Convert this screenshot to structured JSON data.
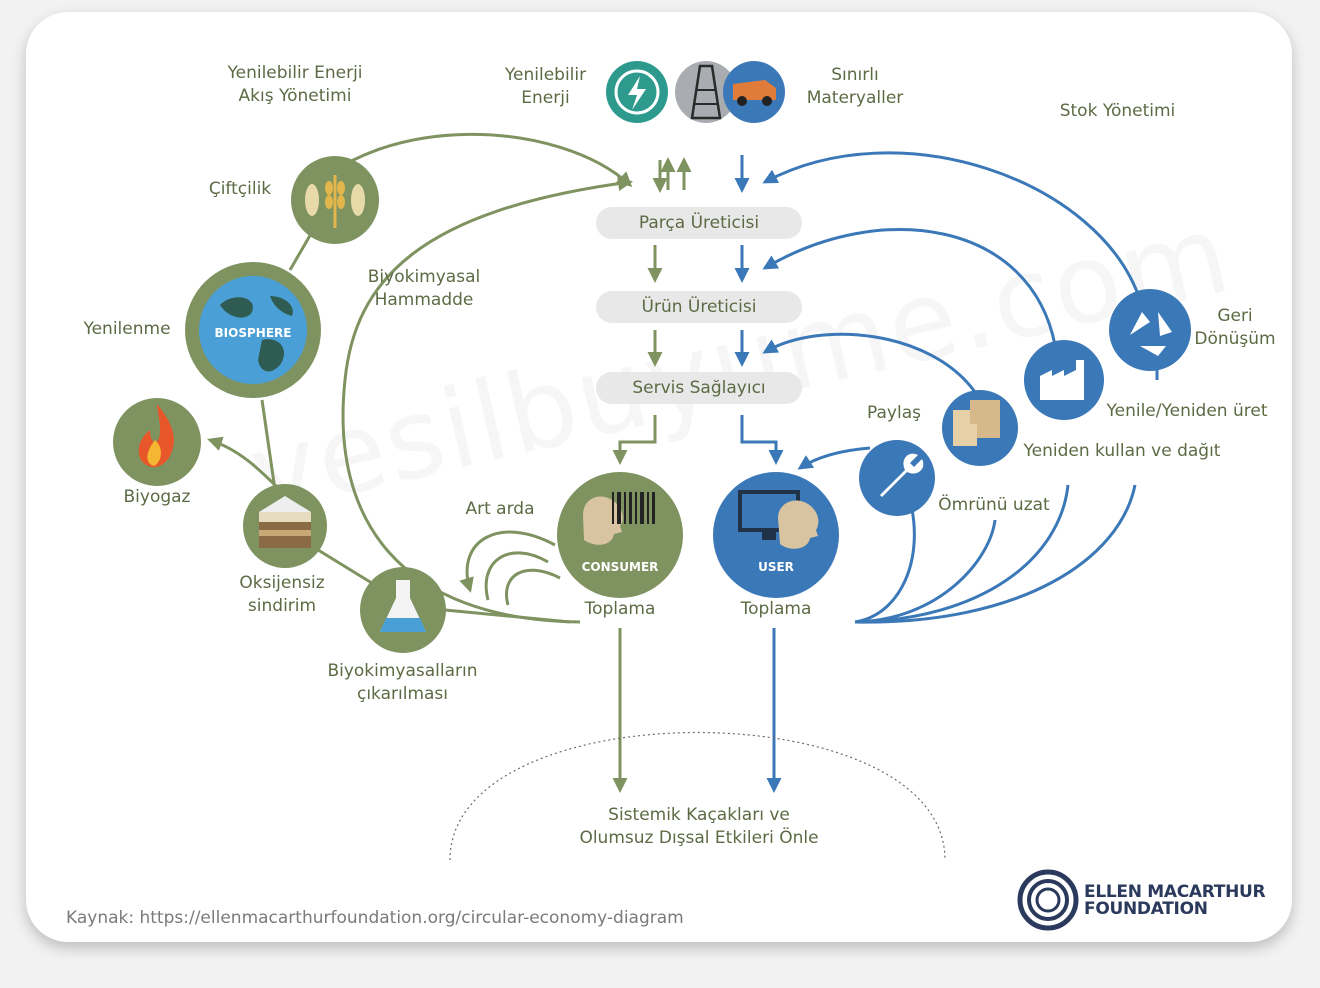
{
  "labels": {
    "renewable_flow": "Yenilebilir Enerji\nAkış Yönetimi",
    "renewable_energy": "Yenilebilir\nEnerji",
    "finite_materials": "Sınırlı\nMateryaller",
    "stock_management": "Stok Yönetimi",
    "farming": "Çiftçilik",
    "biochemical_feedstock": "Biyokimyasal\nHammadde",
    "regeneration": "Yenilenme",
    "biogas": "Biyogaz",
    "anaerobic": "Oksijensiz\nsindirim",
    "extraction": "Biyokimyasalların\nçıkarılması",
    "cascades": "Art arda",
    "collection_left": "Toplama",
    "collection_right": "Toplama",
    "share": "Paylaş",
    "recycle": "Geri\nDönüşüm",
    "refurbish": "Yenile/Yeniden üret",
    "reuse": "Yeniden kullan ve dağıt",
    "maintain": "Ömrünü uzat",
    "leakage": "Sistemik Kaçakları ve\nOlumsuz Dışsal Etkileri Önle"
  },
  "pills": {
    "parts": "Parça Üreticisi",
    "product": "Ürün Üreticisi",
    "service": "Servis Sağlayıcı"
  },
  "badges": {
    "biosphere": "BIOSPHERE",
    "consumer": "CONSUMER",
    "user": "USER"
  },
  "footer": {
    "source": "Kaynak: https://ellenmacarthurfoundation.org/circular-economy-diagram",
    "logo_line1": "ELLEN MACARTHUR",
    "logo_line2": "FOUNDATION",
    "watermark": "yesilbuyume.com"
  },
  "colors": {
    "green": "#7f9360",
    "blue": "#3b78b8",
    "pill": "#e8e8e8",
    "text_green": "#5d6b45"
  }
}
